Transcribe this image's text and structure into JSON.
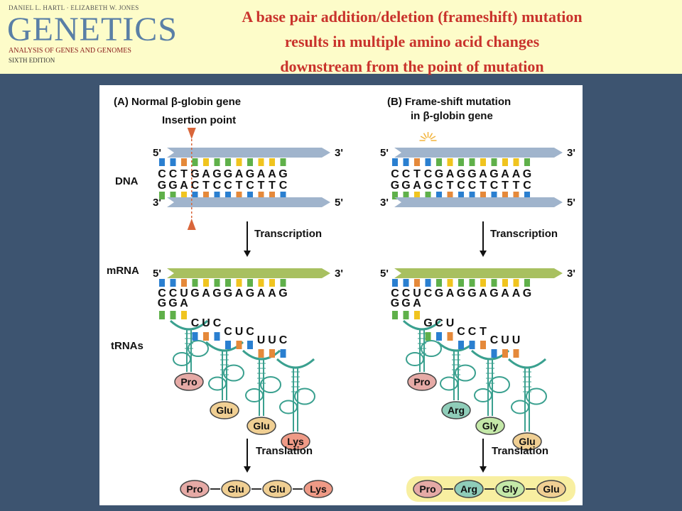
{
  "header": {
    "logo": {
      "authors": "DANIEL L. HARTL · ELIZABETH W. JONES",
      "brand": "GENETICS",
      "subtitle": "ANALYSIS OF GENES AND GENOMES",
      "edition": "SIXTH EDITION"
    },
    "title_lines": [
      "A base pair addition/deletion (frameshift) mutation",
      "results in multiple amino acid changes",
      "downstream from the point of mutation"
    ]
  },
  "figure": {
    "row_labels": {
      "dna": "DNA",
      "mrna": "mRNA",
      "trnas": "tRNAs"
    },
    "ends": {
      "five": "5'",
      "three": "3'"
    },
    "steps": {
      "transcription": "Transcription",
      "translation": "Translation"
    },
    "colors": {
      "A": "#f0c41f",
      "C": "#2a7fd0",
      "G": "#5fb04a",
      "T": "#e5893a",
      "U": "#e5893a",
      "strand": "#a0b4cc",
      "mrna_strand": "#a8c060",
      "insert_marker": "#d9663a"
    },
    "panels": [
      {
        "id": "A",
        "heading": "(A)  Normal β-globin gene",
        "heading_line2": "",
        "insertion_label": "Insertion point",
        "dna_top": "CCTGAGGAGAAG",
        "dna_bottom": "GGACTCCTCTTC",
        "mrna": "CCUGAGGAGAAG",
        "anticodons": [
          "GGA",
          "CUC",
          "CUC",
          "UUC"
        ],
        "amino_acids": [
          {
            "name": "Pro",
            "color": "#e6aaa6"
          },
          {
            "name": "Glu",
            "color": "#f0cf93"
          },
          {
            "name": "Glu",
            "color": "#f0cf93"
          },
          {
            "name": "Lys",
            "color": "#ef9a86"
          }
        ],
        "chain": [
          "Pro",
          "Glu",
          "Glu",
          "Lys"
        ]
      },
      {
        "id": "B",
        "heading": "(B)  Frame-shift mutation",
        "heading_line2": "in β-globin gene",
        "insertion_label": "",
        "dna_top": "CCTCGAGGAGAAG",
        "dna_bottom": "GGAGCTCCTCTTC",
        "mrna": "CCUCGAGGAGAAG",
        "anticodons": [
          "GGA",
          "GCU",
          "CCT",
          "CUU"
        ],
        "amino_acids": [
          {
            "name": "Pro",
            "color": "#e6aaa6"
          },
          {
            "name": "Arg",
            "color": "#8fcdb9"
          },
          {
            "name": "Gly",
            "color": "#c4e8a8"
          },
          {
            "name": "Glu",
            "color": "#f0cf93"
          }
        ],
        "chain": [
          "Pro",
          "Arg",
          "Gly",
          "Glu"
        ],
        "chain_highlight": "#f6eb8a"
      }
    ]
  }
}
